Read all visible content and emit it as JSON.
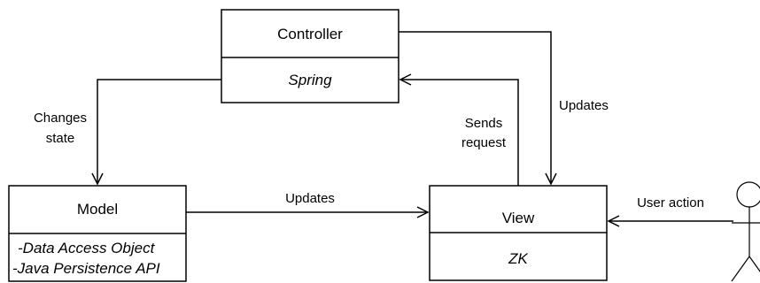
{
  "diagram": {
    "controller": {
      "title": "Controller",
      "tech": "Spring"
    },
    "model": {
      "title": "Model",
      "details": [
        "-Data Access Object",
        "-Java Persistence API"
      ]
    },
    "view": {
      "title": "View",
      "tech": "ZK"
    },
    "edges": {
      "changes_state": [
        "Changes",
        "state"
      ],
      "sends_request": [
        "Sends",
        "request"
      ],
      "controller_updates_view": "Updates",
      "model_updates_view": "Updates",
      "user_action": "User action"
    }
  }
}
